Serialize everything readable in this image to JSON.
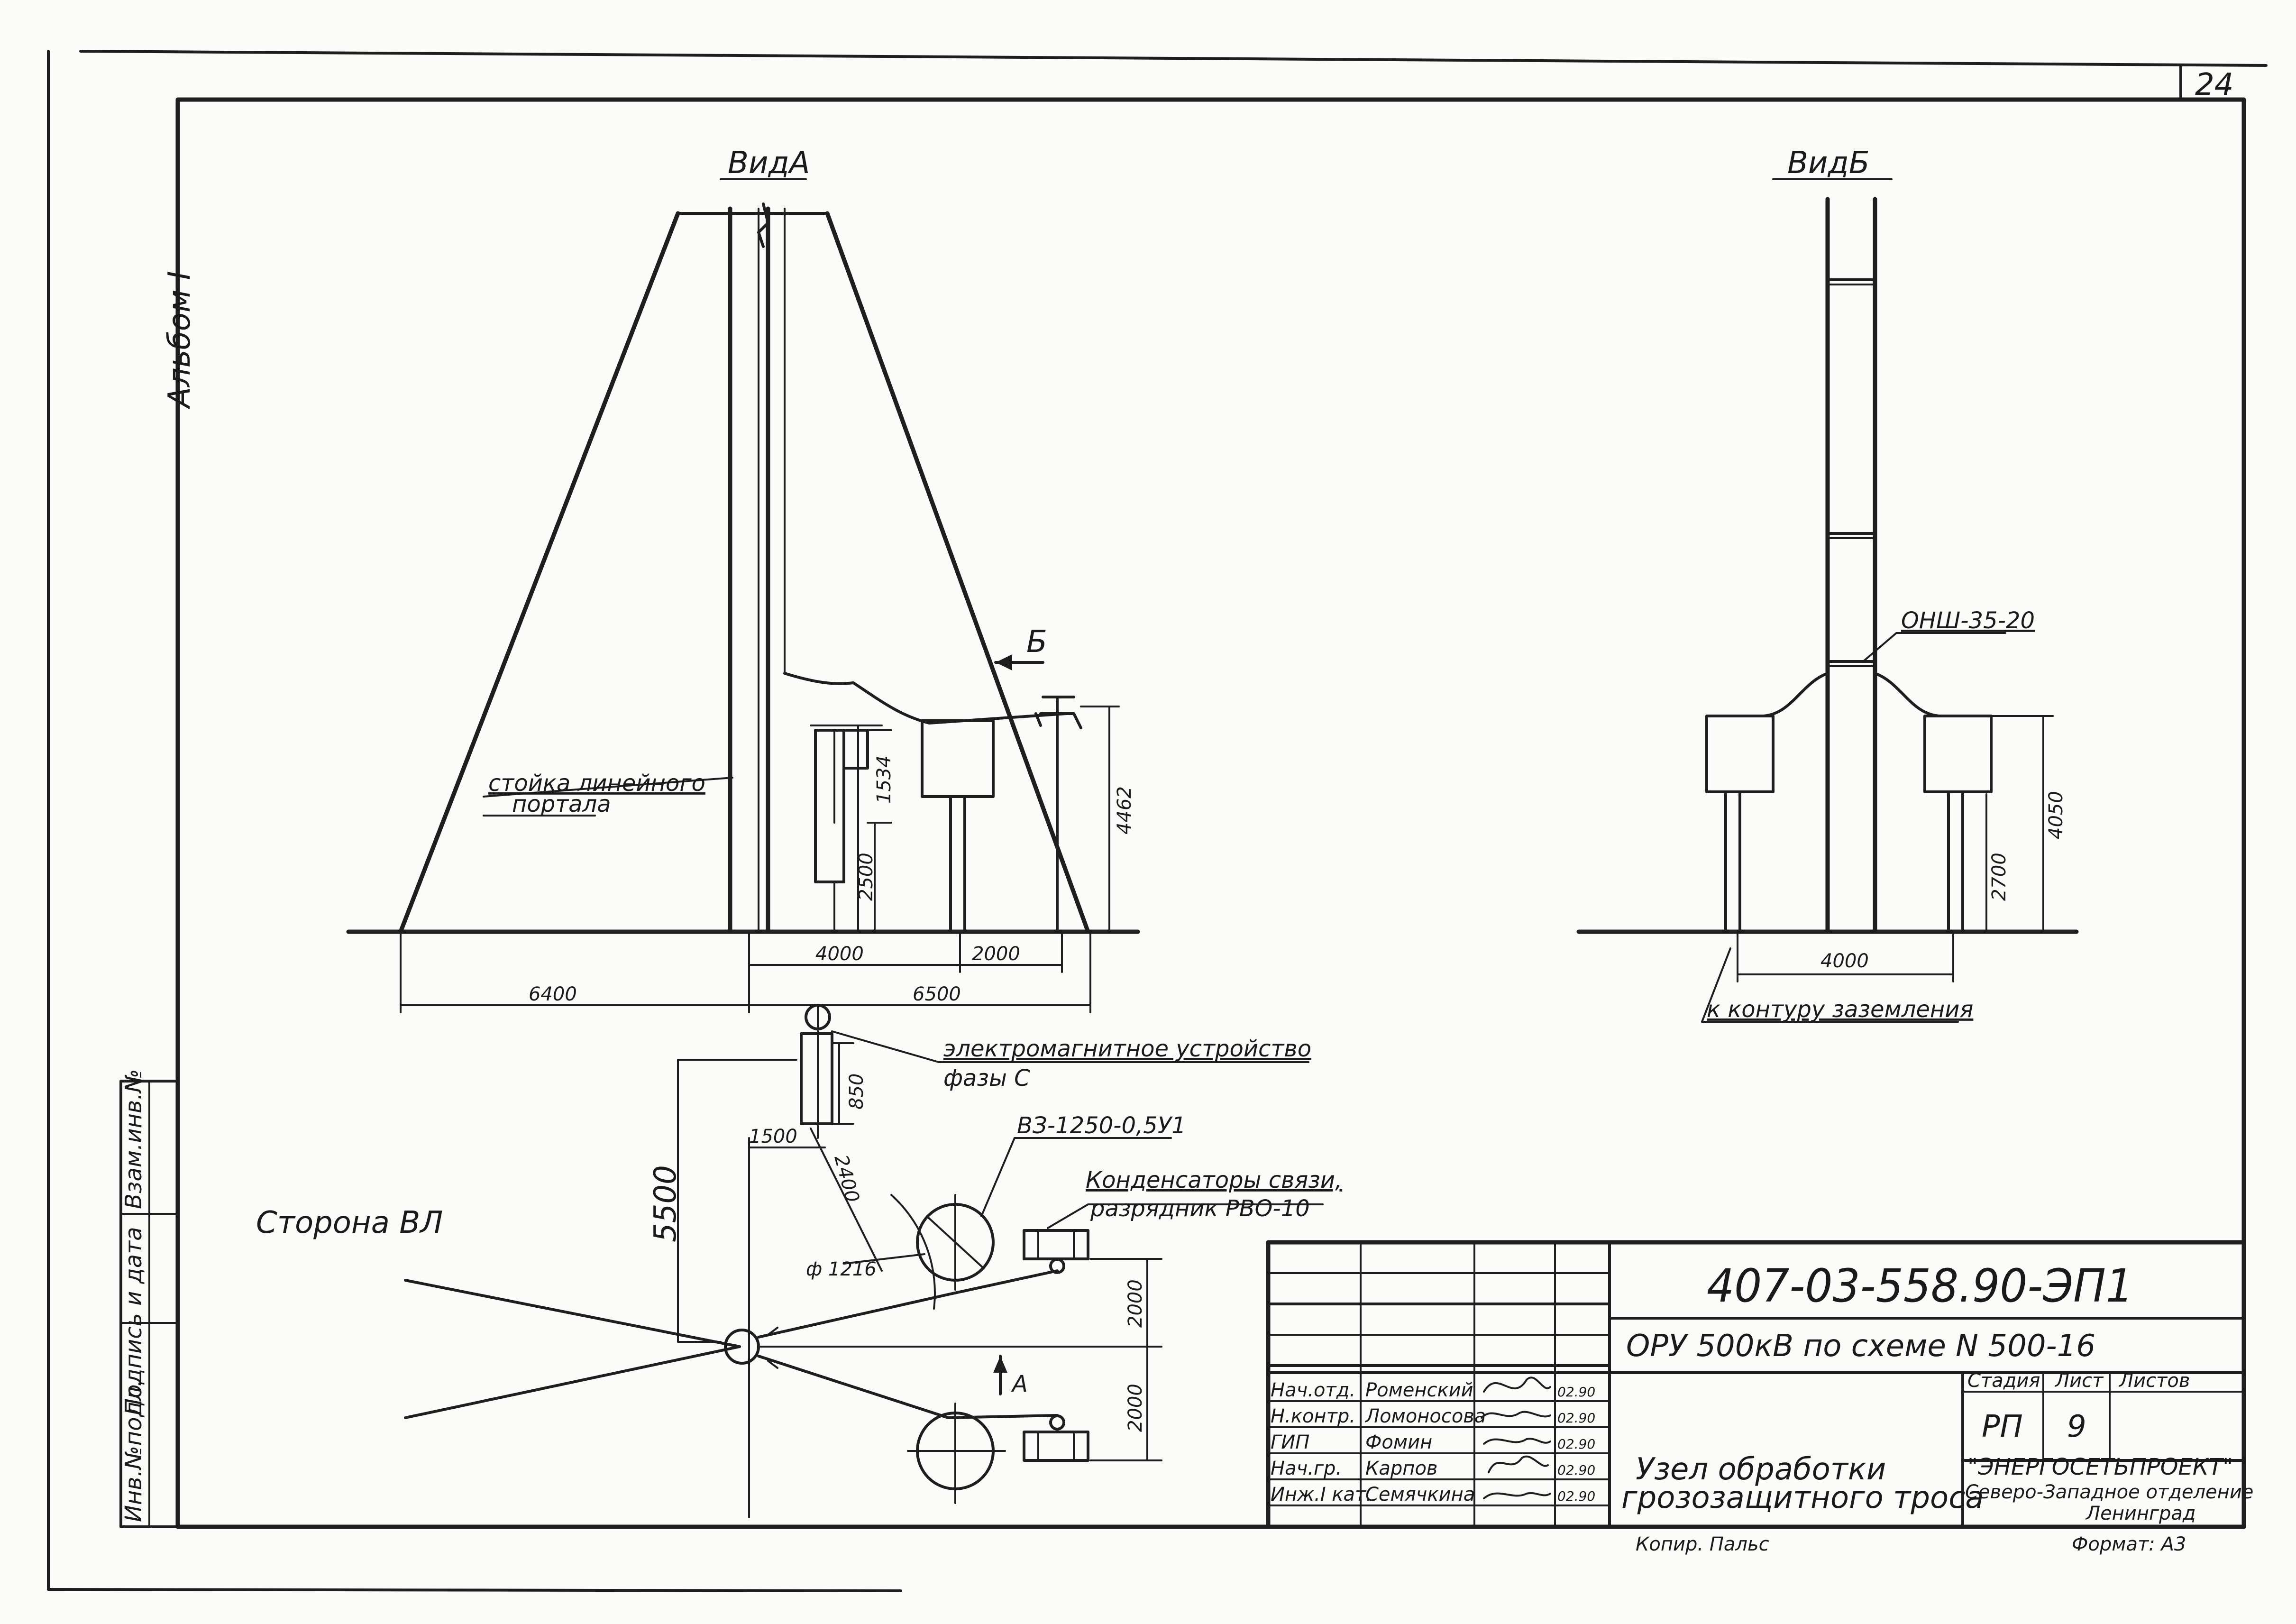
{
  "sheet": {
    "page_number": "24",
    "album": "Альбом I"
  },
  "view_a": {
    "title": "ВидА",
    "section_marker": "Б",
    "portal_label_line1": "стойка линейного",
    "portal_label_line2": "портала",
    "dims": {
      "h_1534": "1534",
      "h_2500": "2500",
      "h_4462": "4462",
      "w_4000": "4000",
      "w_2000": "2000",
      "w_6400": "6400",
      "w_6500": "6500"
    }
  },
  "view_b": {
    "title": "ВидБ",
    "clamp_label": "ОНШ-35-20",
    "ground_label": "к контуру заземления",
    "dims": {
      "w_4000": "4000",
      "h_2700": "2700",
      "h_4050": "4050"
    }
  },
  "plan": {
    "line_side": "Сторона ВЛ",
    "em_device_line1": "электромагнитное устройство",
    "em_device_line2": "фазы С",
    "switch_label": "ВЗ-1250-0,5У1",
    "capacitors_line1": "Конденсаторы связи,",
    "capacitors_line2": "разрядник РВО-10",
    "view_arrow": "А",
    "dims": {
      "d_850": "850",
      "d_1500": "1500",
      "d_2400": "2400",
      "d_5500": "5500",
      "d_phi": "ф 1216",
      "d_2000a": "2000",
      "d_2000b": "2000"
    }
  },
  "side_stamp": {
    "inv_podl": "Инв.№подл.",
    "podpis": "Подпись и дата",
    "vzam": "Взам.инв.№"
  },
  "title_block": {
    "doc_number": "407-03-558.90-ЭП1",
    "project": "ОРУ 500кВ по схеме N 500-16",
    "drawing_title_line1": "Узел обработки",
    "drawing_title_line2": "грозозащитного троса",
    "stage_header": "Стадия",
    "sheet_header": "Лист",
    "sheets_header": "Листов",
    "stage": "РП",
    "sheet": "9",
    "sheets": "",
    "org_line1": "\"ЭНЕРГОСЕТЬПРОЕКТ\"",
    "org_line2": "Северо-Западное отделение",
    "org_line3": "Ленинград",
    "copied": "Копир. Пальс",
    "format": "Формат: А3",
    "signatures": [
      {
        "role": "Нач.отд.",
        "name": "Роменский",
        "date": "02.90"
      },
      {
        "role": "Н.контр.",
        "name": "Ломоносова",
        "date": "02.90"
      },
      {
        "role": "ГИП",
        "name": "Фомин",
        "date": "02.90"
      },
      {
        "role": "Нач.гр.",
        "name": "Карпов",
        "date": "02.90"
      },
      {
        "role": "Инж.I кат.",
        "name": "Семячкина",
        "date": "02.90"
      }
    ]
  }
}
